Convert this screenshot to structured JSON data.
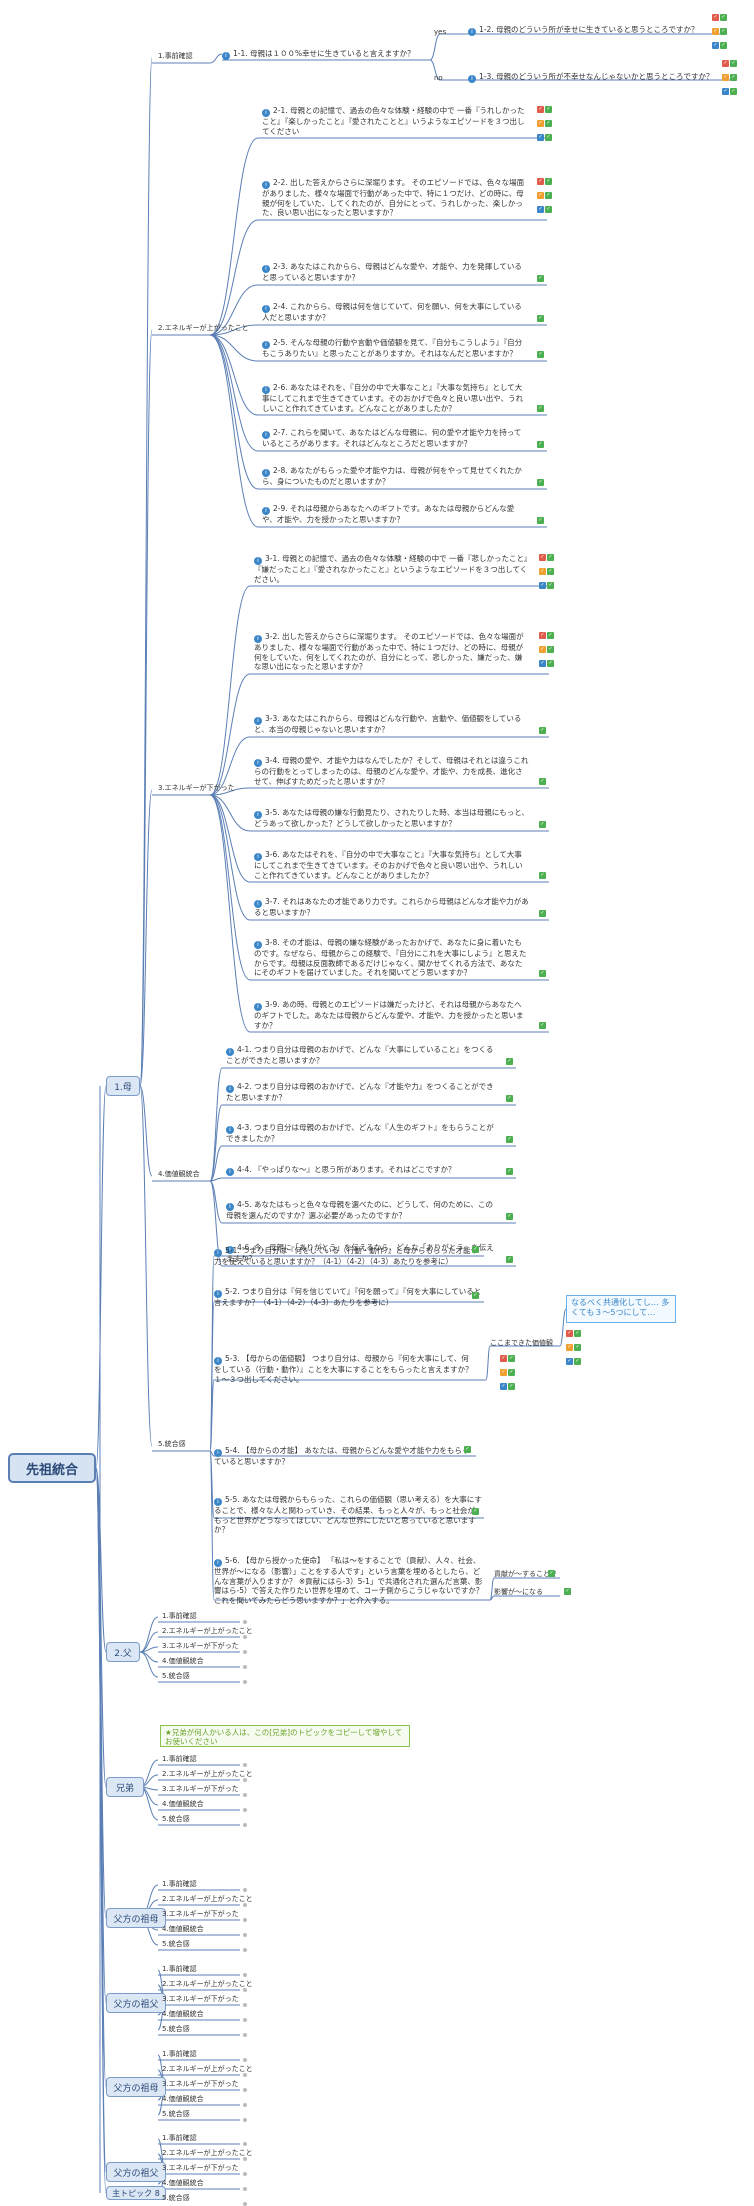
{
  "root": "先祖統合",
  "colors": {
    "line": "#5b7fb5",
    "red": "#e05b4b",
    "green": "#4caf50",
    "orange": "#f0a030",
    "blue": "#3a86c8"
  },
  "main_nodes": [
    "1.母",
    "2.父",
    "兄弟",
    "父方の祖母",
    "父方の祖父",
    "父方の祖母",
    "父方の祖父",
    "主トピック 8"
  ],
  "mother": {
    "sections": [
      "1.事前確認",
      "2.エネルギーが上がったこと",
      "3.エネルギーが下がった",
      "4.価値観統合",
      "5.統合感"
    ],
    "s1": {
      "q1": "1-1. 母親は１００%幸せに生きていると言えますか？",
      "yes": "yes",
      "no": "no",
      "q2": "1-2. 母親のどういう所が幸せに生きていると思うところですか？",
      "q3": "1-3. 母親のどういう所が不幸せなんじゃないかと思うところですか？"
    },
    "s2": [
      "2-1. 母親との記憶で、過去の色々な体験・経験の中で\n一番『うれしかったこと』『楽しかったこと』『愛されたことと』いうようなエピソードを３つ出してください",
      "2-2. 出した答えからさらに深堀ります。\nそのエピソードでは、色々な場面がありました、様々な場面で行動があった中で、特に１つだけ、どの時に、母親が何をしていた、してくれたのが、自分にとって、うれしかった、楽しかった、良い思い出になったと思いますか？",
      "2-3. あなたはこれからら、母親はどんな愛や、才能や、力を発揮していると思っていると思いますか？",
      "2-4. これからら、母親は何を信じていて、何を願い、何を大事にしている人だと思いますか？",
      "2-5. そんな母親の行動や言動や価値観を見て、『自分もこうしよう』『自分もこうありたい』と思ったことがありますか。それはなんだと思いますか？",
      "2-6. あなたはそれを、『自分の中で大事なこと』『大事な気持ち』として大事にしてこれまで生きてきています。そのおかげで色々と良い思い出や、うれしいこと作れてきています。どんなことがありましたか？",
      "2-7. これらを聞いて、あなたはどんな母親に、何の愛や才能や力を持っているところがあります。それはどんなところだと思いますか？",
      "2-8. あなたがもらった愛や才能や力は、母親が何をやって見せてくれたから、身についたものだと思いますか？",
      "2-9. それは母親からあなたへのギフトです。あなたは母親からどんな愛や、才能や、力を授かったと思いますか？"
    ],
    "s3": [
      "3-1. 母親との記憶で、過去の色々な体験・経験の中で\n一番『悲しかったこと』『嫌だったこと』『愛されなかったこと』というようなエピソードを３つ出してください。",
      "3-2. 出した答えからさらに深堀ります。\nそのエピソードでは、色々な場面がありました、様々な場面で行動があった中で、特に１つだけ、どの時に、母親が何をしていた、何をしてくれたのが、自分にとって、悲しかった、嫌だった、嫌な思い出になったと思いますか？",
      "3-3. あなたはこれからら、母親はどんな行動や、言動や、価値観をしていると、本当の母親じゃないと思いますか？",
      "3-4. 母親の愛や、才能や力はなんでしたか？そして、母親はそれとは違うこれらの行動をとってしまったのは、母親のどんな愛や、才能や、力を成長、進化させて、伸ばすためだったと思いますか？",
      "3-5. あなたは母親の嫌な行動見たり、されたりした時、本当は母親にもっと、どうあって欲しかった？どうして欲しかったと思いますか？",
      "3-6. あなたはそれを、『自分の中で大事なこと』『大事な気持ち』として大事にしてこれまで生きてきています。そのおかげで色々と良い思い出や、うれしいこと作れてきています。どんなことがありましたか？",
      "3-7. それはあなたの才能であり力です。これらから母親はどんな才能や力があると思いますか？",
      "3-8. その才能は、母親の嫌な経験があったおかげで、あなたに身に着いたものです。なぜなら、母親からこの経験で、『自分にこれを大事にしよう』と思えたからです。母親は反面教師であるだけじゃなく、聞かせてくれる方法で、あなたにそのギフトを届けていました。それを聞いてどう思いますか？",
      "3-9. あの時、母親とのエピソードは嫌だったけど、それは母親からあなたへのギフトでした。あなたは母親からどんな愛や、才能や、力を授かったと思いますか？"
    ],
    "s4": [
      "4-1. つまり自分は母親のおかげで、どんな『大事にしていること』をつくることができたと思いますか？",
      "4-2. つまり自分は母親のおかげで、どんな『才能や力』をつくることができたと思いますか？",
      "4-3. つまり自分は母親のおかげで、どんな『人生のギフト』をもらうことができましたか？",
      "4-4. 『やっぱりな〜』と思う所があります。それはどこですか？",
      "4-5. あなたはもっと色々な母親を選べたのに、どうして、何のために、この母親を選んだのですか？選ぶ必要があったのですか？",
      "4-6. 今、母親に「ありがとう」を伝えるなら、どんな「ありがとう」を伝えますか？"
    ],
    "s5": {
      "q1": "5-1. つまり自分は『何をしている（行動・動作）』と母からもらった才能や力を使えていると思いますか？（4-1）（4-2）（4-3）あたりを参考に）",
      "q2": "5-2. つまり自分は『何を信じていて』『何を願って』『何を大事にしていると言えますか？（4-1）（4-2）（4-3）あたりを参考に）",
      "q3": "5-3. 【母からの価値観】\nつまり自分は、母親から『何を大事にして、何をしている（行動・動作）』ことを大事にすることをもらったと言えますか？１〜３つ出してください。",
      "q3_child": "ここまできた価値観",
      "q3_note": "なるべく共通化してし…\n多くても３〜5つにして…",
      "q4": "5-4. 【母からの才能】\nあなたは、母親からどんな愛や才能や力をもらっていると思いますか？",
      "q5": "5-5. あなたは母親からもらった、これらの価値観（思い考える）を大事にすることで、様々な人と関わっていき、その結果、もっと人々が、もっと社会が、もっと世界がどうなってほしい、どんな世界にしたいと思っていると思いますか？",
      "q6": "5-6. 【母から授かった使命】\n「私は〜をすることで（貢献）、人々、社会、世界が〜になる（影響）」ことをする人です」という言葉を埋めるとしたら、どんな言葉が入りますか？\n※貢献にはら-3）5-1」で共通化された選んだ言葉、影響はら-5）で答えた作りたい世界を埋めて、コーチ側からこうじゃないですか？これを聞いてみたらどう思いますか？」と介入する。",
      "q6_a": "貢献が〜することで",
      "q6_b": "影響が〜になる"
    }
  },
  "sub_sections": [
    "1.事前確認",
    "2.エネルギーが上がったこと",
    "3.エネルギーが下がった",
    "4.価値観統合",
    "5.統合感"
  ],
  "brother_note": "★兄弟が何人かいる人は、この[兄弟]のトピックをコピーして増やしてお使いください"
}
